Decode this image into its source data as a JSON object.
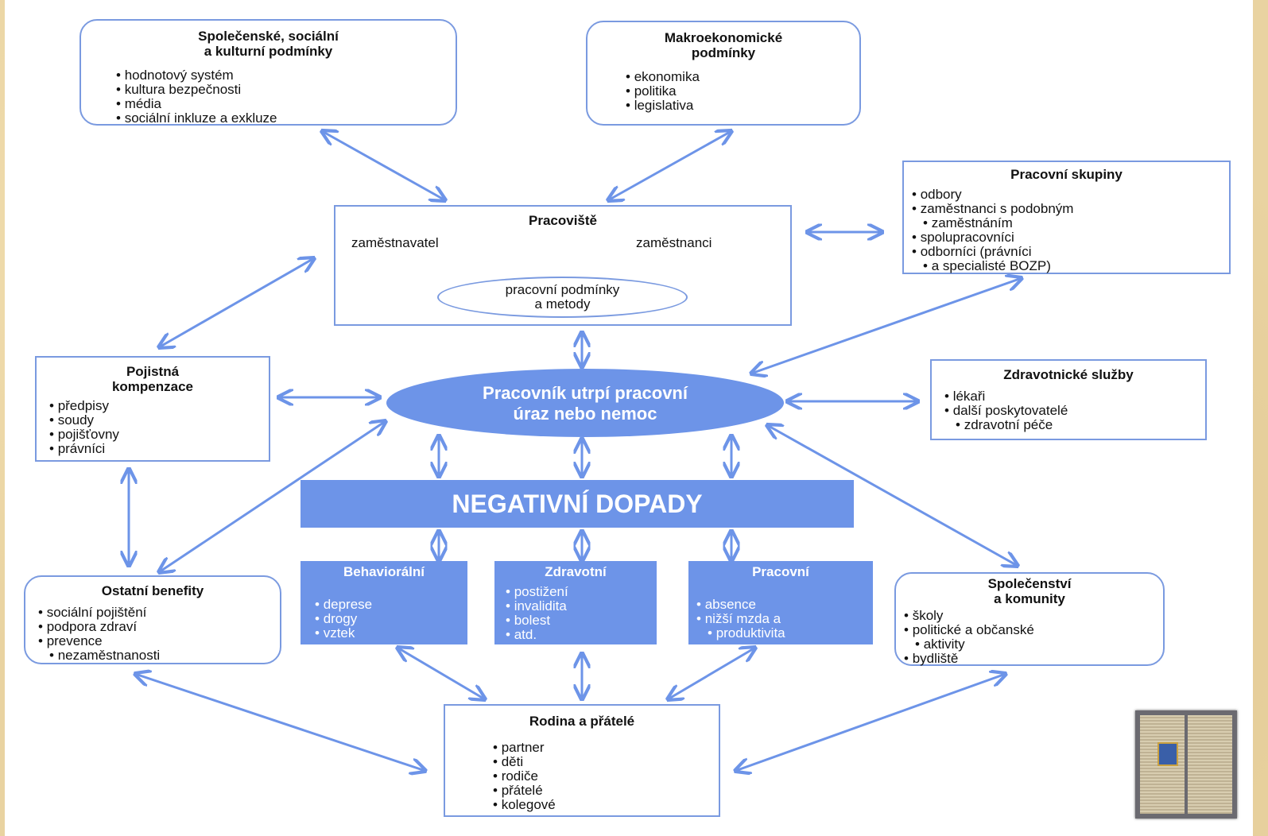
{
  "societal": {
    "title": "Společenské, sociální a kulturní podmínky",
    "title_line1": "Společenské, sociální",
    "title_line2": "a kulturní podmínky",
    "items": [
      "hodnotový systém",
      "kultura bezpečnosti",
      "média",
      "sociální inkluze a exkluze"
    ]
  },
  "macro": {
    "title_line1": "Makroekonomické",
    "title_line2": "podmínky",
    "items": [
      "ekonomika",
      "politika",
      "legislativa"
    ]
  },
  "working_groups": {
    "title": "Pracovní skupiny",
    "items": [
      "odbory",
      "zaměstnanci s podobným",
      "zaměstnáním",
      "spolupracovníci",
      "odborníci (právníci",
      "a specialisté BOZP)"
    ]
  },
  "workplace": {
    "title": "Pracoviště",
    "employer": "zaměstnavatel",
    "employees": "zaměstnanci",
    "conditions_line1": "pracovní podmínky",
    "conditions_line2": "a metody"
  },
  "insurance": {
    "title_line1": "Pojistná",
    "title_line2": "kompenzace",
    "items": [
      "předpisy",
      "soudy",
      "pojišťovny",
      "právníci"
    ]
  },
  "central": {
    "line1": "Pracovník utrpí pracovní",
    "line2": "úraz nebo nemoc"
  },
  "health_services": {
    "title": "Zdravotnické služby",
    "items": [
      "lékaři",
      "další poskytovatelé",
      "zdravotní péče"
    ]
  },
  "negative": {
    "label": "NEGATIVNÍ DOPADY"
  },
  "behavioral": {
    "title": "Behaviorální",
    "items": [
      "deprese",
      "drogy",
      "vztek"
    ]
  },
  "health": {
    "title": "Zdravotní",
    "items": [
      "postižení",
      "invalidita",
      "bolest",
      "atd."
    ]
  },
  "work": {
    "title": "Pracovní",
    "items": [
      "absence",
      "nižší mzda a",
      "produktivita"
    ]
  },
  "other_benefits": {
    "title": "Ostatní benefity",
    "items": [
      "sociální pojištění",
      "podpora zdraví",
      "prevence",
      "nezaměstnanosti"
    ]
  },
  "community": {
    "title_line1": "Společenství",
    "title_line2": "a komunity",
    "items": [
      "školy",
      "politické a občanské",
      "aktivity",
      "bydliště"
    ]
  },
  "family": {
    "title": "Rodina a přátelé",
    "items": [
      "partner",
      "děti",
      "rodiče",
      "přátelé",
      "kolegové"
    ]
  },
  "colors": {
    "accent": "#6d94e8",
    "border": "#7a9ae0",
    "background": "#e9d3a1"
  }
}
